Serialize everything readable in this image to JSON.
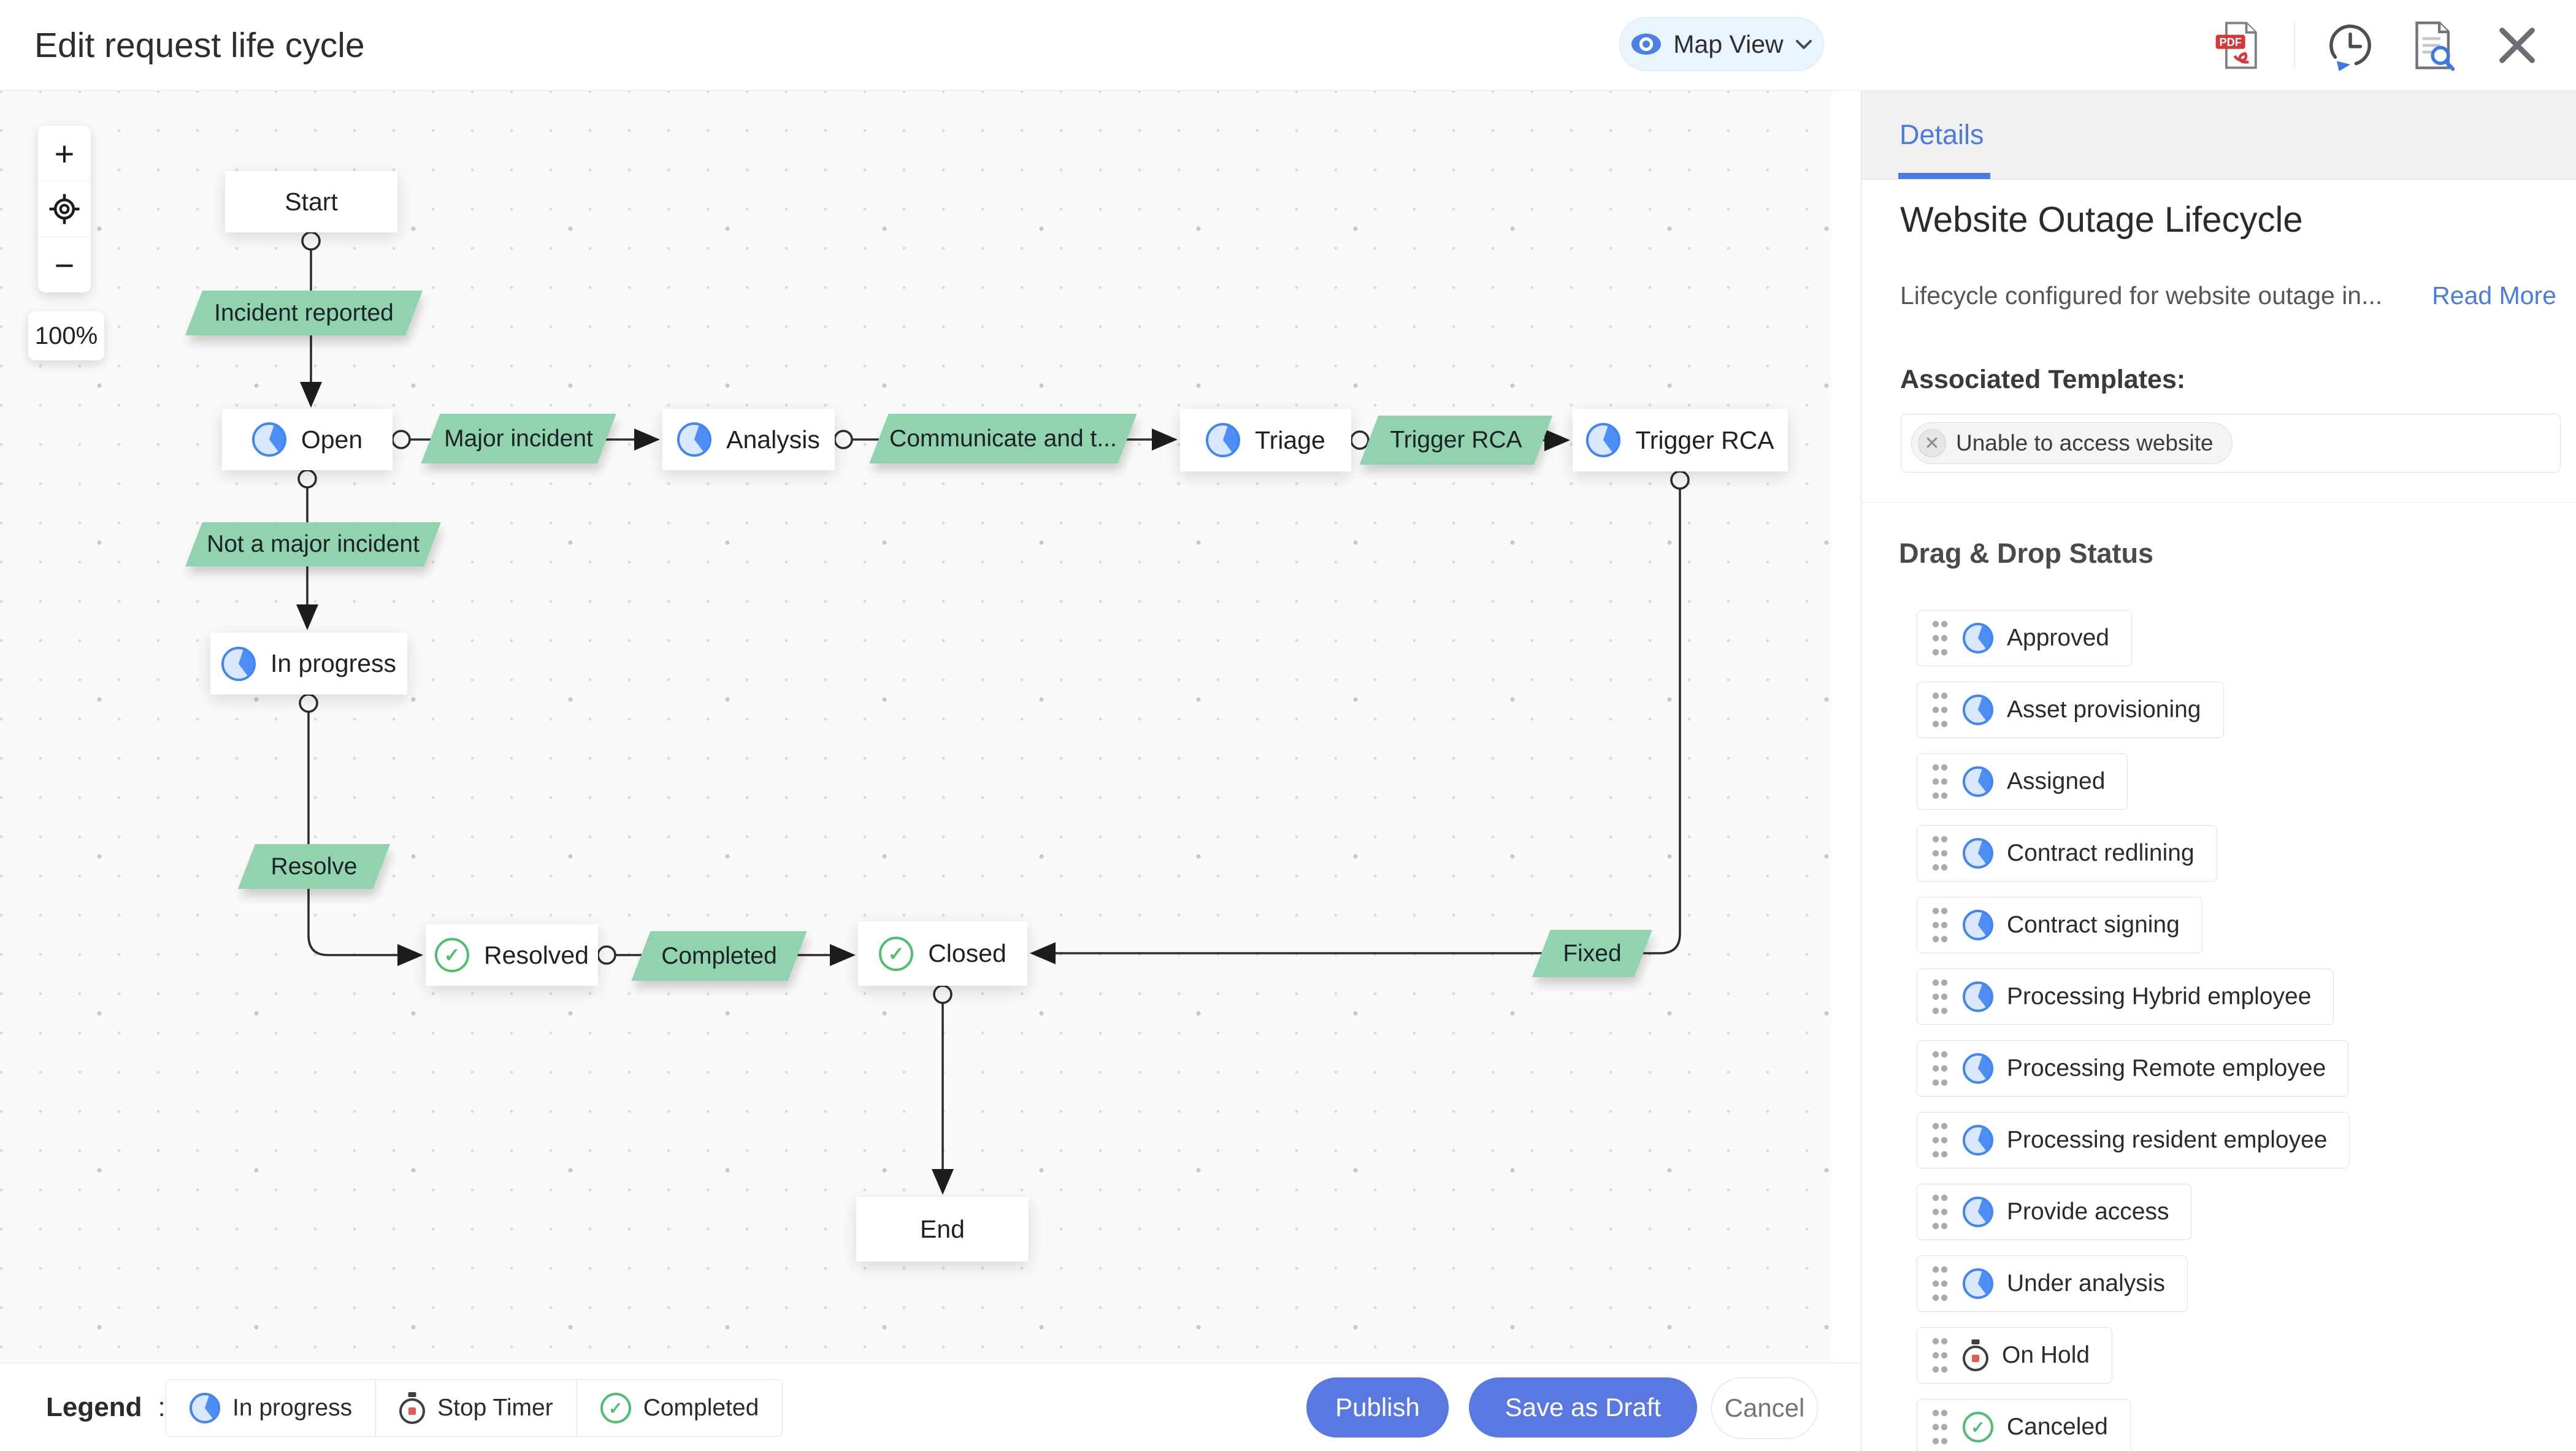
{
  "header": {
    "title": "Edit request life cycle",
    "view_selector": {
      "label": "Map View"
    },
    "icons": [
      "export-pdf",
      "history",
      "audit-document-search",
      "close"
    ]
  },
  "canvas": {
    "zoom_percent": "100%"
  },
  "flow": {
    "nodes": [
      {
        "id": "start",
        "label": "Start",
        "icon": "none"
      },
      {
        "id": "open",
        "label": "Open",
        "icon": "in-progress"
      },
      {
        "id": "analysis",
        "label": "Analysis",
        "icon": "in-progress"
      },
      {
        "id": "triage",
        "label": "Triage",
        "icon": "in-progress"
      },
      {
        "id": "trigger-rca",
        "label": "Trigger RCA",
        "icon": "in-progress"
      },
      {
        "id": "in-progress",
        "label": "In progress",
        "icon": "in-progress"
      },
      {
        "id": "resolved",
        "label": "Resolved",
        "icon": "completed"
      },
      {
        "id": "closed",
        "label": "Closed",
        "icon": "completed"
      },
      {
        "id": "end",
        "label": "End",
        "icon": "none"
      }
    ],
    "transitions": [
      "Incident reported",
      "Major incident",
      "Communicate and t...",
      "Trigger RCA",
      "Not a major incident",
      "Resolve",
      "Completed",
      "Fixed"
    ]
  },
  "legend": {
    "title": "Legend",
    "separator": ":",
    "items": [
      {
        "label": "In progress",
        "icon": "in-progress"
      },
      {
        "label": "Stop Timer",
        "icon": "stop-timer"
      },
      {
        "label": "Completed",
        "icon": "completed"
      }
    ]
  },
  "footer_buttons": {
    "publish": "Publish",
    "save_draft": "Save as Draft",
    "cancel": "Cancel"
  },
  "panel": {
    "tab": "Details",
    "title": "Website Outage Lifecycle",
    "description": "Lifecycle configured for website outage in...",
    "read_more": "Read More",
    "associated_templates_label": "Associated Templates:",
    "templates": [
      {
        "label": "Unable to access website"
      }
    ],
    "drag_drop_label": "Drag & Drop Status",
    "statuses": [
      {
        "label": "Approved",
        "icon": "in-progress"
      },
      {
        "label": "Asset provisioning",
        "icon": "in-progress"
      },
      {
        "label": "Assigned",
        "icon": "in-progress"
      },
      {
        "label": "Contract redlining",
        "icon": "in-progress"
      },
      {
        "label": "Contract signing",
        "icon": "in-progress"
      },
      {
        "label": "Processing Hybrid employee",
        "icon": "in-progress"
      },
      {
        "label": "Processing Remote employee",
        "icon": "in-progress"
      },
      {
        "label": "Processing resident employee",
        "icon": "in-progress"
      },
      {
        "label": "Provide access",
        "icon": "in-progress"
      },
      {
        "label": "Under analysis",
        "icon": "in-progress"
      },
      {
        "label": "On Hold",
        "icon": "stop-timer"
      },
      {
        "label": "Canceled",
        "icon": "completed"
      }
    ]
  },
  "colors": {
    "accent_button_blue": "#5a78e2",
    "link_blue": "#4a7be4",
    "transition_green": "#90d3ae",
    "progress_icon_blue": "#4285f4",
    "completed_icon_green": "#4dbf6e",
    "stop_timer_red": "#e15b5b",
    "pdf_red": "#d6383b",
    "canvas_bg": "#fafafa",
    "tabbar_bg": "#f1f1f1"
  }
}
